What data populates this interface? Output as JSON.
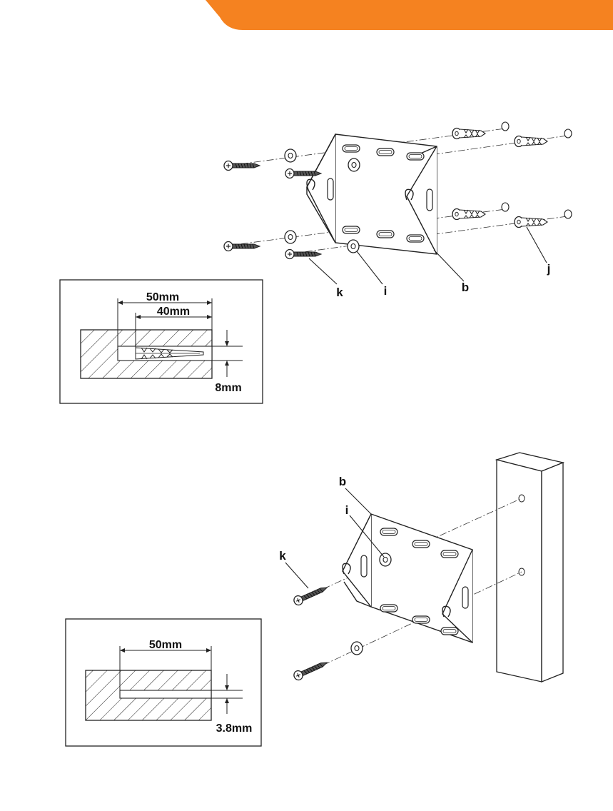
{
  "colors": {
    "accent": "#F58220",
    "ink": "#1a1a1a",
    "background": "#ffffff"
  },
  "figure1": {
    "callouts": {
      "k": "k",
      "i": "i",
      "b": "b",
      "j": "j"
    }
  },
  "detail1": {
    "dim_outer": "50mm",
    "dim_inner": "40mm",
    "dim_hole": "8mm"
  },
  "figure2": {
    "callouts": {
      "b": "b",
      "i": "i",
      "k": "k"
    }
  },
  "detail2": {
    "dim_depth": "50mm",
    "dim_hole": "3.8mm"
  }
}
